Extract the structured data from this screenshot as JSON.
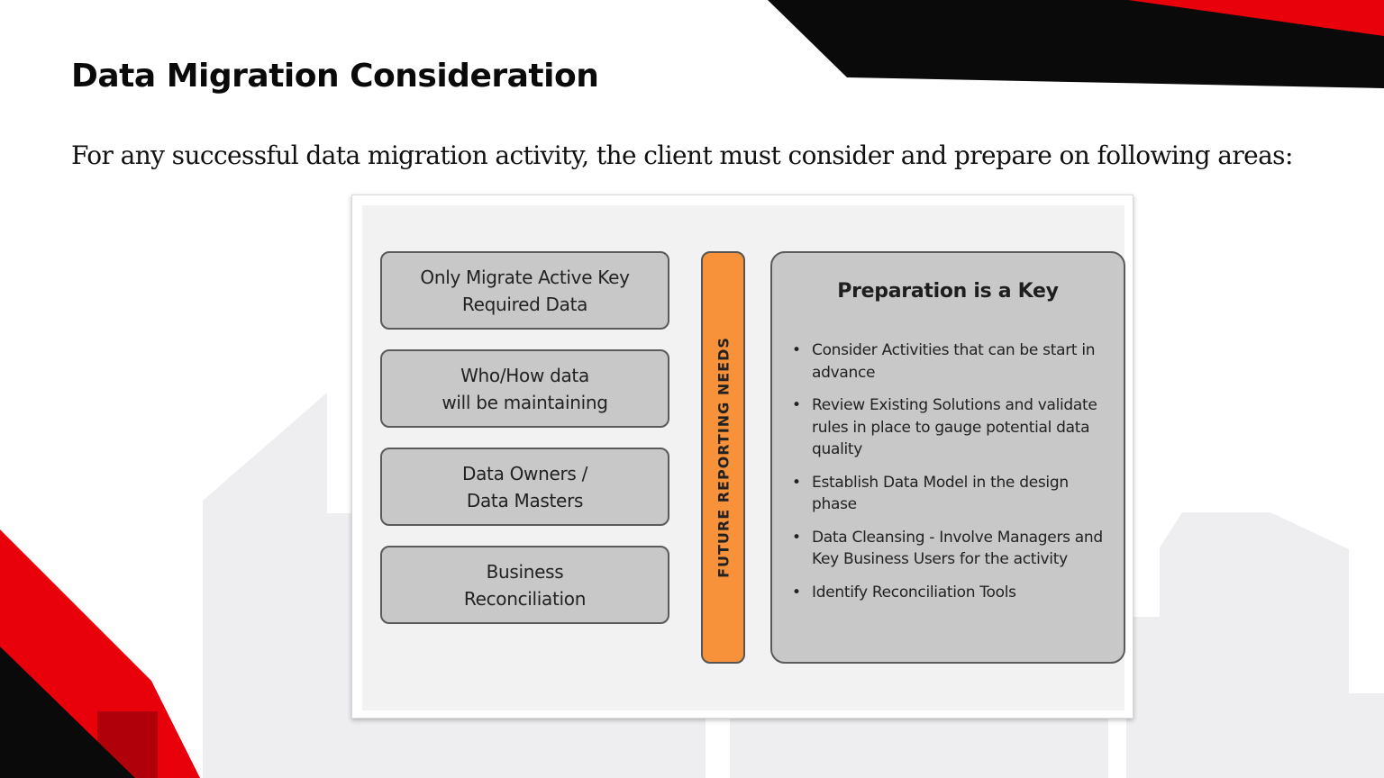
{
  "slide": {
    "title": "Data Migration Consideration",
    "subtitle": "For any successful data migration activity, the client must consider and prepare on following areas:"
  },
  "diagram": {
    "left_boxes": [
      {
        "label": "Only Migrate Active Key\nRequired Data"
      },
      {
        "label": "Who/How data\nwill be maintaining"
      },
      {
        "label": "Data Owners /\nData Masters"
      },
      {
        "label": "Business\nReconciliation"
      }
    ],
    "vertical_bar": {
      "label": "FUTURE REPORTING NEEDS"
    },
    "right_panel": {
      "title": "Preparation is a Key",
      "bullets": [
        "Consider Activities that can be start in advance",
        "Review Existing Solutions and validate rules in place to gauge potential data quality",
        "Establish Data Model in the design phase",
        "Data Cleansing - Involve Managers and Key Business Users for the activity",
        "Identify Reconciliation Tools"
      ]
    }
  },
  "colors": {
    "accent_red": "#e8000b",
    "dark": "#0a0a0a",
    "orange": "#f7923a",
    "box_gray": "#c8c8c8",
    "skyline_gray": "#eeeef1"
  }
}
